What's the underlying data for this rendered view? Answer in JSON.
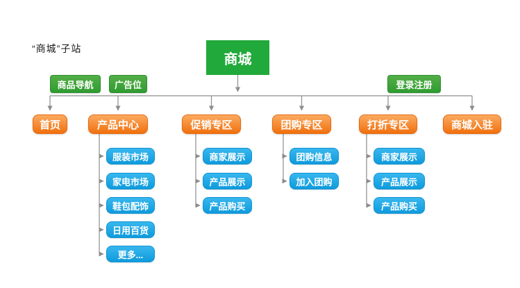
{
  "title": "“商城”子站",
  "root": {
    "label": "商城"
  },
  "top_buttons": [
    {
      "label": "商品导航"
    },
    {
      "label": "广告位"
    },
    {
      "label": "登录注册"
    }
  ],
  "sections": [
    {
      "label": "首页",
      "children": []
    },
    {
      "label": "产品中心",
      "children": [
        "服装市场",
        "家电市场",
        "鞋包配饰",
        "日用百货",
        "更多..."
      ]
    },
    {
      "label": "促销专区",
      "children": [
        "商家展示",
        "产品展示",
        "产品购买"
      ]
    },
    {
      "label": "团购专区",
      "children": [
        "团购信息",
        "加入团购"
      ]
    },
    {
      "label": "打折专区",
      "children": [
        "商家展示",
        "产品展示",
        "产品购买"
      ]
    },
    {
      "label": "商城入驻",
      "children": []
    }
  ],
  "colors": {
    "root_green": "#21a93b",
    "button_green": "#2f9c31",
    "section_orange": "#f1700e",
    "child_blue": "#0f9bdd",
    "connector_gray": "#8c8c8c",
    "background": "#ffffff"
  }
}
